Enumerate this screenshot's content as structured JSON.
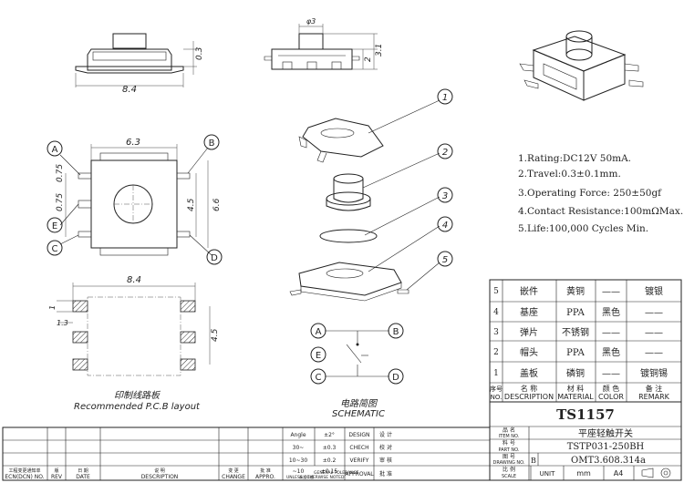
{
  "dims": {
    "top_width": "8.4",
    "top_height": "0.3",
    "side_dia": "φ3",
    "side_h1": "2",
    "side_h2": "3.1",
    "width_63": "6.3",
    "pitch_075a": "0.75",
    "pitch_075b": "0.75",
    "dim_45": "4.5",
    "dim_66": "6.6",
    "pcb_width": "8.4",
    "pcb_1": "1",
    "pcb_13": "1.3",
    "pcb_45": "4.5"
  },
  "pins": [
    "A",
    "B",
    "E",
    "C",
    "D"
  ],
  "balloons": [
    "1",
    "2",
    "3",
    "4",
    "5"
  ],
  "spec_list": [
    "1.Rating:DC12V 50mA.",
    "2.Travel:0.3±0.1mm.",
    "3.Operating Force: 250±50gf",
    "4.Contact Resistance:100mΩMax.",
    "5.Life:100,000 Cycles Min."
  ],
  "pcb_caption_cn": "印制线路板",
  "pcb_caption_en": "Recommended P.C.B layout",
  "schematic_caption_cn": "电路简图",
  "schematic_caption_en": "SCHEMATIC",
  "bom": {
    "rows": [
      {
        "no": "5",
        "desc": "嵌件",
        "mat": "黄铜",
        "color": "——",
        "remark": "镀银"
      },
      {
        "no": "4",
        "desc": "基座",
        "mat": "PPA",
        "color": "黑色",
        "remark": "——"
      },
      {
        "no": "3",
        "desc": "弹片",
        "mat": "不锈钢",
        "color": "——",
        "remark": "——"
      },
      {
        "no": "2",
        "desc": "帽头",
        "mat": "PPA",
        "color": "黑色",
        "remark": "——"
      },
      {
        "no": "1",
        "desc": "盖板",
        "mat": "磷铜",
        "color": "——",
        "remark": "镀铜锡"
      }
    ],
    "header_cn": {
      "no": "序号",
      "desc": "名 称",
      "mat": "材 料",
      "color": "颜 色",
      "remark": "备 注"
    },
    "header_en": {
      "no": "NO.",
      "desc": "DESCRIPTION",
      "mat": "MATERIAL",
      "color": "COLOR",
      "remark": "REMARK"
    }
  },
  "title_block": {
    "part_name": "TS1157",
    "name_cn_label": "品 名",
    "name_en_label": "ITEM NO.",
    "item_value": "平座轻触开关",
    "part_no_cn": "料 号",
    "part_no_en": "PART NO.",
    "part_no_value": "TSTP031-250BH",
    "drawing_no_cn": "图 号",
    "drawing_no_en": "DRAWING NO.",
    "rev_label": "B",
    "drawing_no_value": "OMT3.608.314a",
    "scale_cn": "比 例",
    "scale_en": "SCALE",
    "unit_en": "UNIT",
    "unit_value": "mm",
    "size_value": "A4",
    "tol_header": "Angle",
    "tol_angle": "±2°",
    "tol_rows": [
      {
        "range": "30~",
        "val": "±0.3"
      },
      {
        "range": "10~30",
        "val": "±0.2"
      },
      {
        "range": "~10",
        "val": "±0.15"
      }
    ],
    "tol_label1": "未注公差",
    "tol_label2": "GENERAL TOLERANCE",
    "tol_label3": "UNLESS OTHERWISE NOTED",
    "design_en": "DESIGN",
    "design_cn": "设 计",
    "check_en": "CHECH",
    "check_cn": "校 对",
    "verify_en": "VERIFY",
    "verify_cn": "审 核",
    "approval_en": "APPROVAL",
    "approval_cn": "批 准",
    "footer_cols": [
      {
        "cn": "工程变更通知单",
        "en": "ECN(DCN) NO."
      },
      {
        "cn": "版",
        "en": "REV"
      },
      {
        "cn": "日 期",
        "en": "DATE"
      },
      {
        "cn": "说 明",
        "en": "DESCRIPTION"
      },
      {
        "cn": "变 更",
        "en": "CHANGE"
      },
      {
        "cn": "批 准",
        "en": "APPRO."
      }
    ]
  }
}
